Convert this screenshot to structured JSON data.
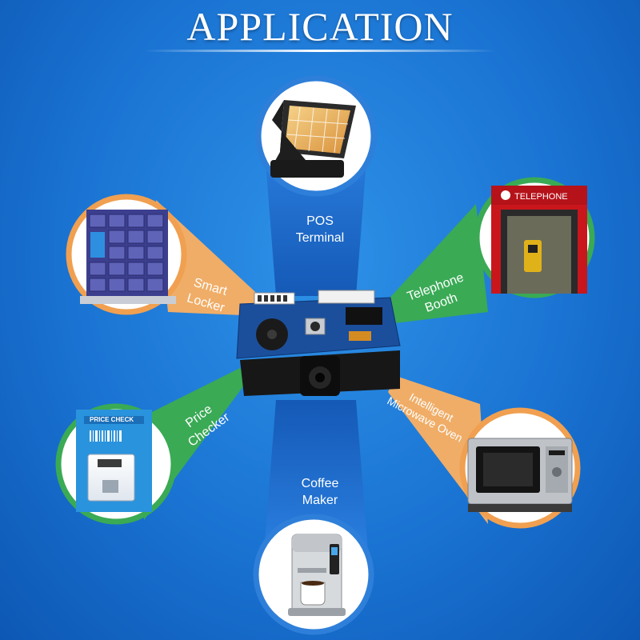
{
  "title": "APPLICATION",
  "center_device": "barcode-scanner-module",
  "applications": {
    "pos": {
      "line1": "POS",
      "line2": "Terminal"
    },
    "locker": {
      "line1": "Smart",
      "line2": "Locker"
    },
    "telephone": {
      "line1": "Telephone",
      "line2": "Booth",
      "sign": "TELEPHONE"
    },
    "price": {
      "line1": "Price",
      "line2": "Checker",
      "sign": "PRICE CHECK"
    },
    "microwave": {
      "line1": "Intelligent",
      "line2": "Microwave Oven"
    },
    "coffee": {
      "line1": "Coffee",
      "line2": "Maker"
    }
  },
  "colors": {
    "background": "#1a73d2",
    "blue_beam": "#1f6fd0",
    "orange_beam": "#f0ad67",
    "green_beam": "#3aaa55",
    "ring_blue": "#2e7fd9",
    "ring_orange": "#f0a050",
    "ring_green": "#3aaa55",
    "pcb": "#1b4f9c"
  }
}
